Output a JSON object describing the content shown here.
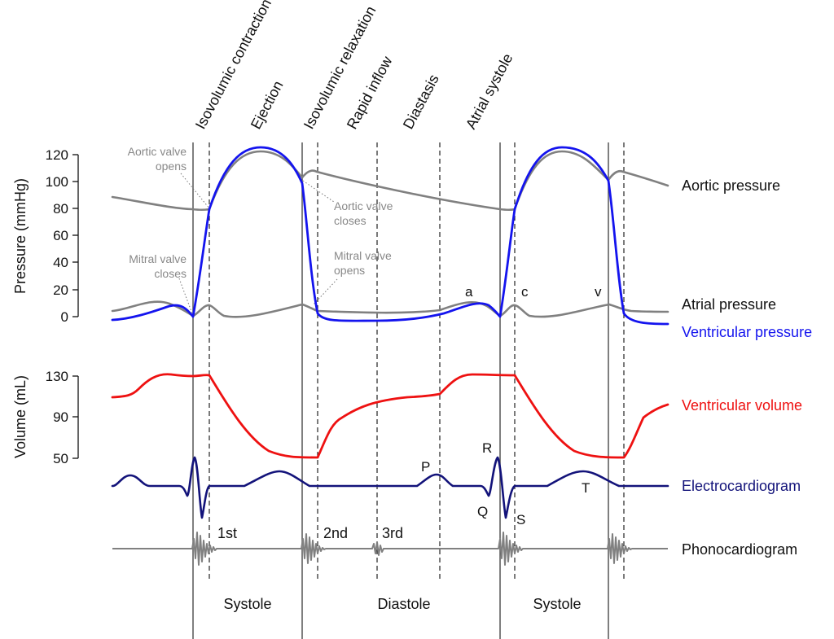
{
  "pressure_axis": {
    "title": "Pressure (mmHg)",
    "ticks": [
      "120",
      "100",
      "80",
      "60",
      "40",
      "20",
      "0"
    ]
  },
  "volume_axis": {
    "title": "Volume (mL)",
    "ticks": [
      "130",
      "90",
      "50"
    ]
  },
  "phases": [
    "Isovolumic contraction",
    "Ejection",
    "Isovolumic relaxation",
    "Rapid inflow",
    "Diastasis",
    "Atrial systole"
  ],
  "valve_events": {
    "aortic_opens": [
      "Aortic valve",
      "opens"
    ],
    "aortic_closes": [
      "Aortic valve",
      "closes"
    ],
    "mitral_closes": [
      "Mitral valve",
      "closes"
    ],
    "mitral_opens": [
      "Mitral valve",
      "opens"
    ]
  },
  "traces": {
    "aortic_pressure": {
      "label": "Aortic pressure",
      "color": "#808080"
    },
    "atrial_pressure": {
      "label": "Atrial pressure",
      "color": "#808080"
    },
    "ventricular_pressure": {
      "label": "Ventricular pressure",
      "color": "#1414ee"
    },
    "ventricular_volume": {
      "label": "Ventricular volume",
      "color": "#ee1111"
    },
    "electrocardiogram": {
      "label": "Electrocardiogram",
      "color": "#13137a"
    },
    "phonocardiogram": {
      "label": "Phonocardiogram",
      "color": "#808080"
    }
  },
  "atrial_waves": {
    "a": "a",
    "c": "c",
    "v": "v"
  },
  "ecg_waves": {
    "P": "P",
    "Q": "Q",
    "R": "R",
    "S": "S",
    "T": "T"
  },
  "heart_sounds": {
    "first": "1st",
    "second": "2nd",
    "third": "3rd"
  },
  "cycle_phases": {
    "systole_1": "Systole",
    "diastole": "Diastole",
    "systole_2": "Systole"
  }
}
